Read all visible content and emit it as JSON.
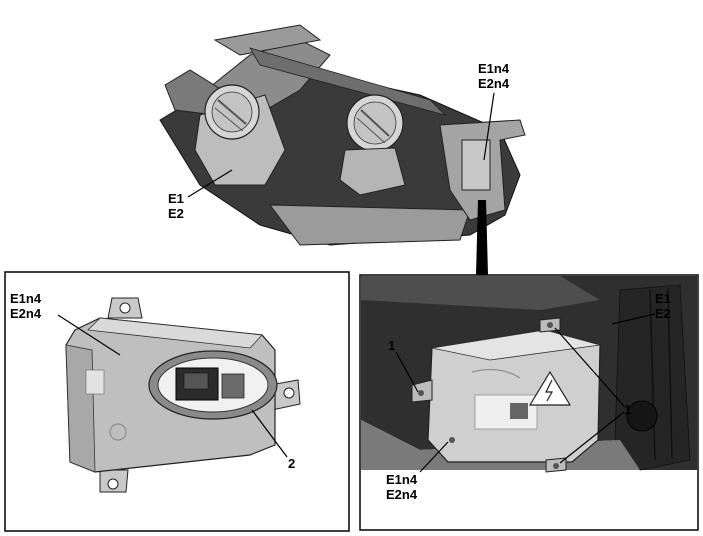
{
  "top_view": {
    "label_module_line1": "E1n4",
    "label_module_line2": "E2n4",
    "label_lamp_line1": "E1",
    "label_lamp_line2": "E2"
  },
  "left_panel": {
    "label_module_line1": "E1n4",
    "label_module_line2": "E2n4",
    "callout_seal": "2"
  },
  "right_panel": {
    "label_lamp_line1": "E1",
    "label_lamp_line2": "E2",
    "label_module_line1": "E1n4",
    "label_module_line2": "E2n4",
    "callout_screw_left": "1",
    "callout_screw_right": "1"
  },
  "colors": {
    "housing_dark": "#2b2b2b",
    "housing_mid": "#5a5a5a",
    "metal_light": "#cfcfcf",
    "metal_mid": "#a9a9a9",
    "seal_ring": "#8a8a8a"
  }
}
